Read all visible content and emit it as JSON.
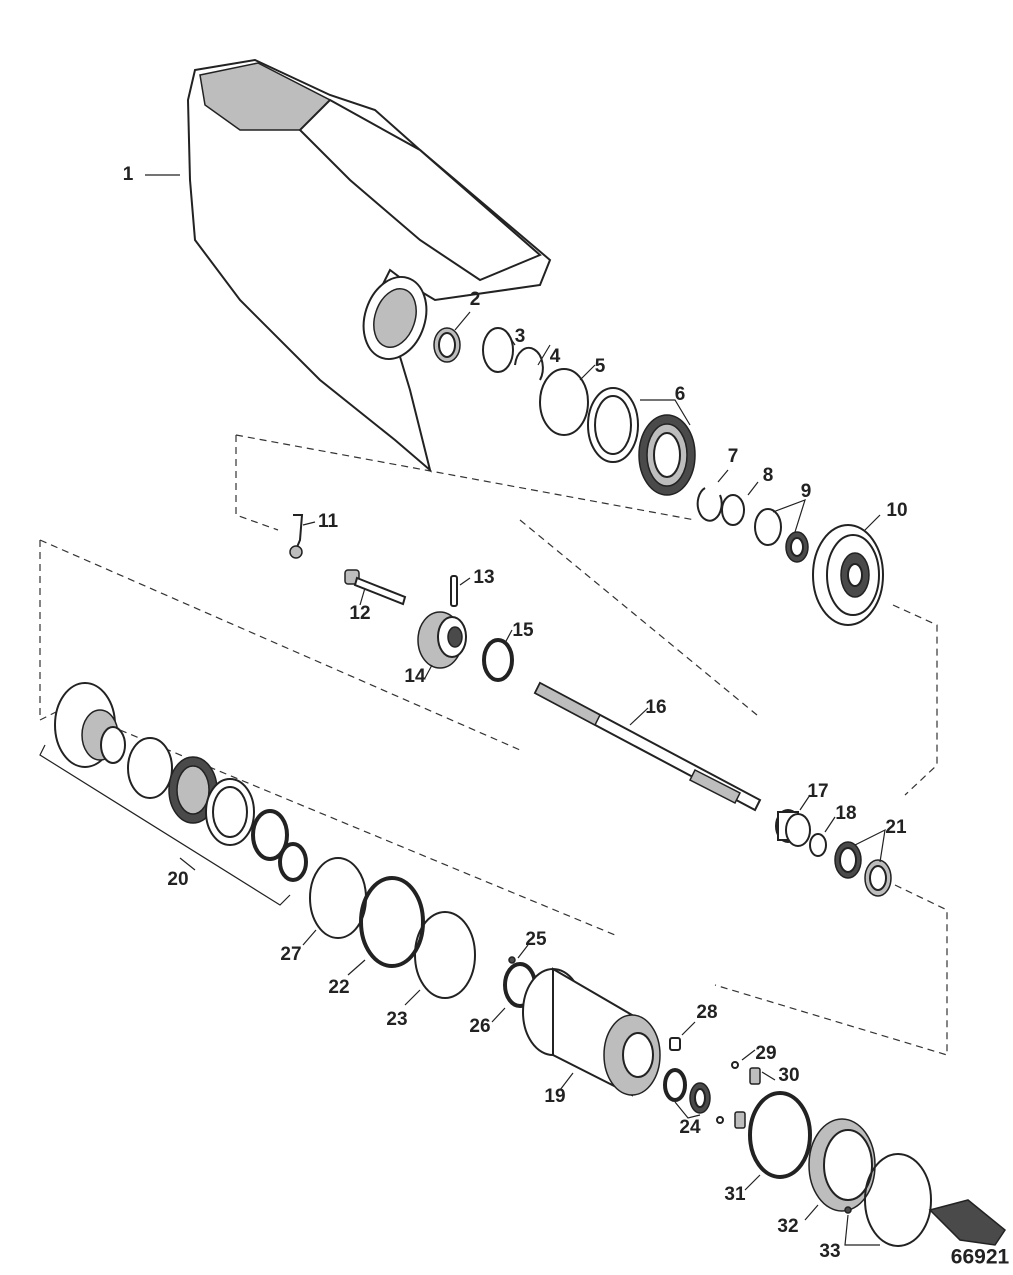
{
  "figure_number": "66921",
  "callouts": [
    "1",
    "2",
    "3",
    "4",
    "5",
    "6",
    "7",
    "8",
    "9",
    "10",
    "11",
    "12",
    "13",
    "14",
    "15",
    "16",
    "17",
    "18",
    "19",
    "20",
    "21",
    "22",
    "23",
    "24",
    "25",
    "26",
    "27",
    "28",
    "29",
    "30",
    "31",
    "32",
    "33"
  ]
}
